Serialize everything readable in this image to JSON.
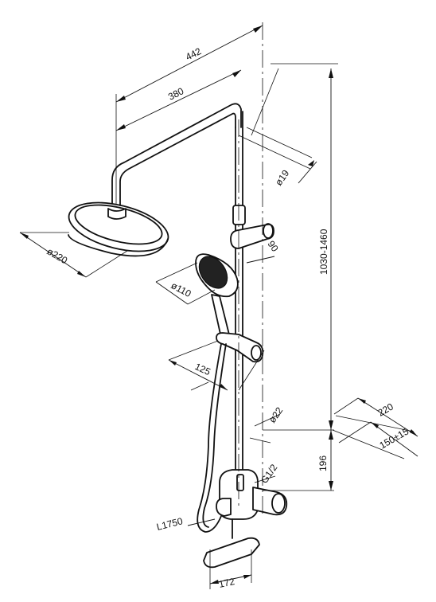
{
  "dimensions": {
    "arm_outer": "442",
    "arm_inner": "380",
    "bar_height": "1030-1460",
    "pipe_diameter": "ø19",
    "head_diameter": "ø220",
    "holder_offset": "90",
    "hand_diameter": "ø110",
    "hand_offset": "125",
    "lower_diameter": "ø22",
    "wall_top": "220",
    "wall_centers": "150±15",
    "mixer_height": "196",
    "thread": "G1/2",
    "hose_length": "L1750",
    "spout_length": "172"
  }
}
